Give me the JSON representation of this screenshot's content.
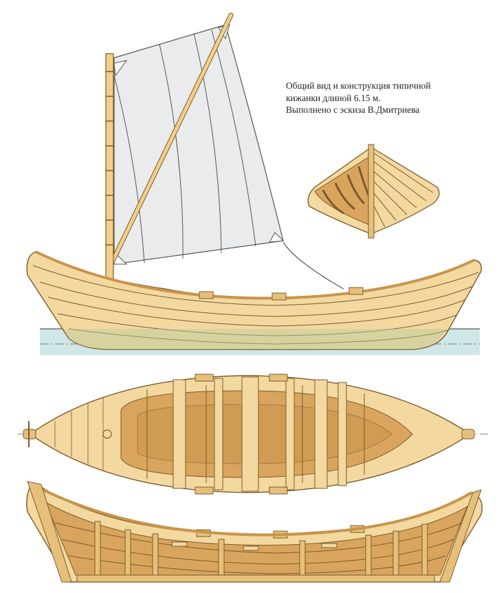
{
  "caption": {
    "lines": [
      "Общий вид и конструкция типичной",
      "кижанки длиной 6.15 м.",
      "Выполнено с эскиза В.Дмитриева"
    ]
  },
  "colors": {
    "wood_light": "#f3d9a0",
    "wood_mid": "#e6c07a",
    "wood_dark": "#c9944b",
    "interior": "#d9a55e",
    "outline": "#7a5a2a",
    "sail": "#e9ebec",
    "sail_outline": "#555555",
    "water": "#cfe7e6"
  },
  "figure": {
    "views": [
      "side-view-with-sail",
      "hull-section-view",
      "top-plan-view",
      "cutaway-side-view"
    ]
  }
}
